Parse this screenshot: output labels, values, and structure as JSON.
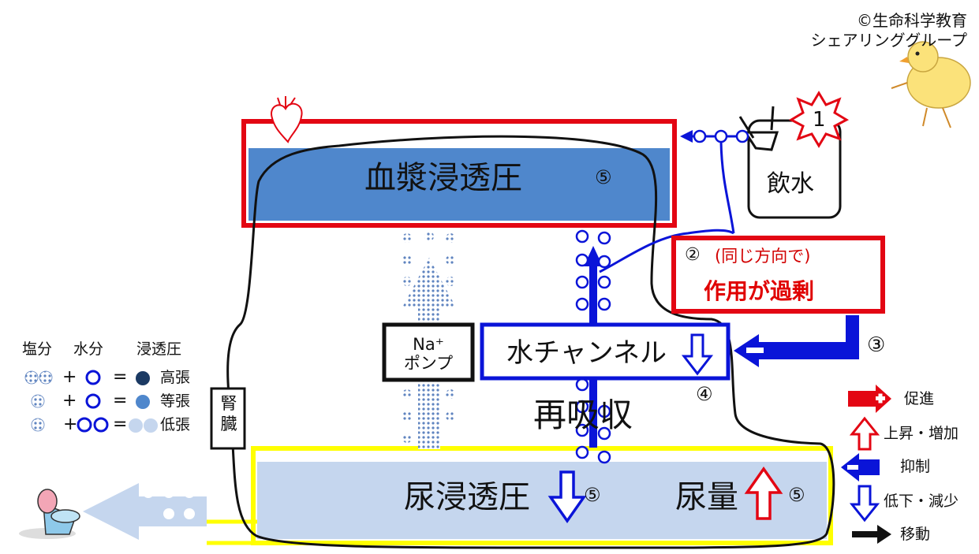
{
  "copyright": [
    "©生命科学教育",
    "シェアリンググループ"
  ],
  "plasma": {
    "label": "血漿浸透圧",
    "num": "⑤"
  },
  "drinking": {
    "label": "飲水",
    "num": "1"
  },
  "condition": {
    "num": "②",
    "paren": "(同じ方向で)",
    "main": "作用が過剰"
  },
  "water_channel": {
    "label": "水チャンネル",
    "num": "④"
  },
  "inhibit_num": "③",
  "na_pump": {
    "line1": "Na⁺",
    "line2": "ポンプ"
  },
  "reabsorption": "再吸収",
  "kidney": [
    "腎",
    "臓"
  ],
  "urine_osmolality": {
    "label": "尿浸透圧",
    "num": "⑤"
  },
  "urine_volume": {
    "label": "尿量",
    "num": "⑤"
  },
  "legend": {
    "headers": [
      "塩分",
      "水分",
      "浸透圧"
    ],
    "plus": "+",
    "equals": "=",
    "rows": [
      "高張",
      "等張",
      "低張"
    ]
  },
  "key": [
    {
      "icon": "promote-arrow",
      "label": "促進"
    },
    {
      "icon": "increase-arrow",
      "label": "上昇・増加"
    },
    {
      "icon": "inhibit-arrow",
      "label": "抑制"
    },
    {
      "icon": "decrease-arrow",
      "label": "低下・減少"
    },
    {
      "icon": "move-arrow",
      "label": "移動"
    }
  ],
  "colors": {
    "red": "#e30613",
    "blue": "#0a14d8",
    "plasma": "#4f87cc",
    "urine": "#c5d6ee",
    "yellow": "#ffff00",
    "pale": "#c5d6ee",
    "darkdot": "#1b3a63"
  }
}
